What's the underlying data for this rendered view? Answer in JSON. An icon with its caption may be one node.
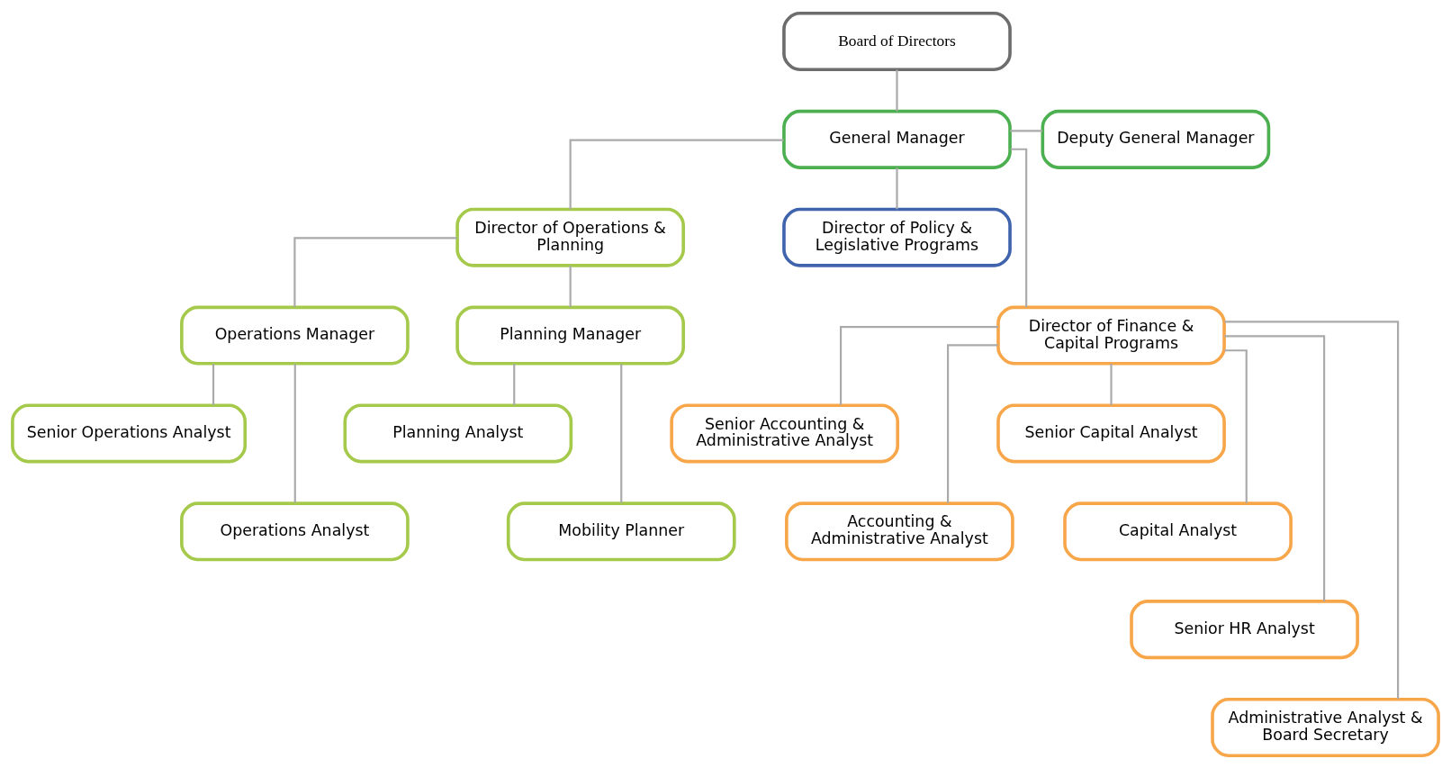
{
  "diagram": {
    "nodes": [
      {
        "text": [
          "Board of Directors"
        ]
      },
      {
        "text": [
          "General Manager"
        ]
      },
      {
        "text": [
          "Deputy General Manager"
        ]
      },
      {
        "text": [
          "Director of Operations & Planning"
        ]
      },
      {
        "text": [
          "Director of Policy & Legislative Programs"
        ]
      },
      {
        "text": [
          "Director of Finance & Capital Programs"
        ]
      },
      {
        "text": [
          "Operations Manager"
        ]
      },
      {
        "text": [
          "Planning Manager"
        ]
      },
      {
        "text": [
          "Senior Operations Analyst"
        ]
      },
      {
        "text": [
          "Operations Analyst"
        ]
      },
      {
        "text": [
          "Planning Analyst"
        ]
      },
      {
        "text": [
          "Mobility Planner"
        ]
      },
      {
        "text": [
          "Senior Accounting & Administrative Analyst"
        ]
      },
      {
        "text": [
          "Accounting & Administrative Analyst"
        ]
      },
      {
        "text": [
          "Senior Capital Analyst"
        ]
      },
      {
        "text": [
          "Capital Analyst"
        ]
      },
      {
        "text": [
          "Senior HR Analyst"
        ]
      },
      {
        "text": [
          "Administrative Analyst & Board Secretary"
        ]
      }
    ],
    "edges": [
      {
        "from": 0,
        "to": 1,
        "arrow": "none"
      },
      {
        "from": 1,
        "to": 2,
        "arrow": "none"
      },
      {
        "from": 1,
        "to": 3,
        "arrow": "none"
      },
      {
        "from": 1,
        "to": 4,
        "arrow": "none"
      },
      {
        "from": 1,
        "to": 5,
        "arrow": "none"
      },
      {
        "from": 3,
        "to": 6,
        "arrow": "none"
      },
      {
        "from": 3,
        "to": 7,
        "arrow": "none"
      },
      {
        "from": 6,
        "to": 8,
        "arrow": "none"
      },
      {
        "from": 6,
        "to": 9,
        "arrow": "none"
      },
      {
        "from": 7,
        "to": 10,
        "arrow": "none"
      },
      {
        "from": 7,
        "to": 11,
        "arrow": "none"
      },
      {
        "from": 5,
        "to": 12,
        "arrow": "none"
      },
      {
        "from": 5,
        "to": 13,
        "arrow": "none"
      },
      {
        "from": 5,
        "to": 14,
        "arrow": "none"
      },
      {
        "from": 5,
        "to": 15,
        "arrow": "none"
      },
      {
        "from": 5,
        "to": 16,
        "arrow": "none"
      },
      {
        "from": 5,
        "to": 17,
        "arrow": "none"
      }
    ]
  }
}
